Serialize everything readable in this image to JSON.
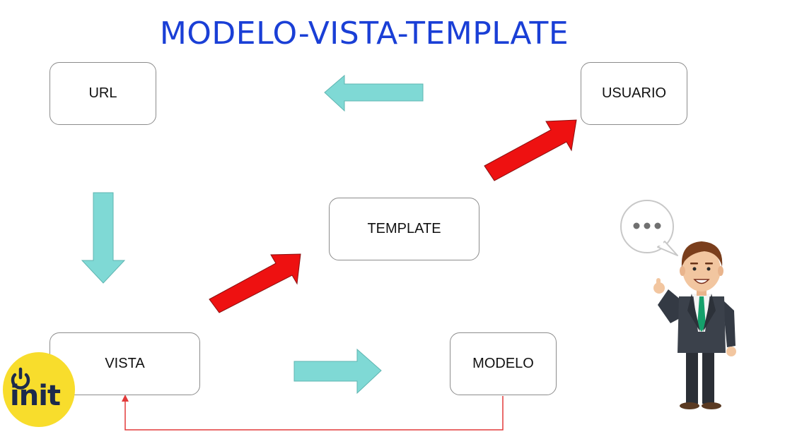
{
  "title": "MODELO-VISTA-TEMPLATE",
  "nodes": {
    "url": "URL",
    "usuario": "USUARIO",
    "template": "TEMPLATE",
    "vista": "VISTA",
    "modelo": "MODELO"
  },
  "speech_bubble": "• • •",
  "logo": "init",
  "colors": {
    "title": "#1a3fd6",
    "teal_arrow": "#7fd9d5",
    "red_arrow": "#ee1111",
    "red_line": "#e23a3a",
    "logo_bg": "#f8dd2c"
  }
}
